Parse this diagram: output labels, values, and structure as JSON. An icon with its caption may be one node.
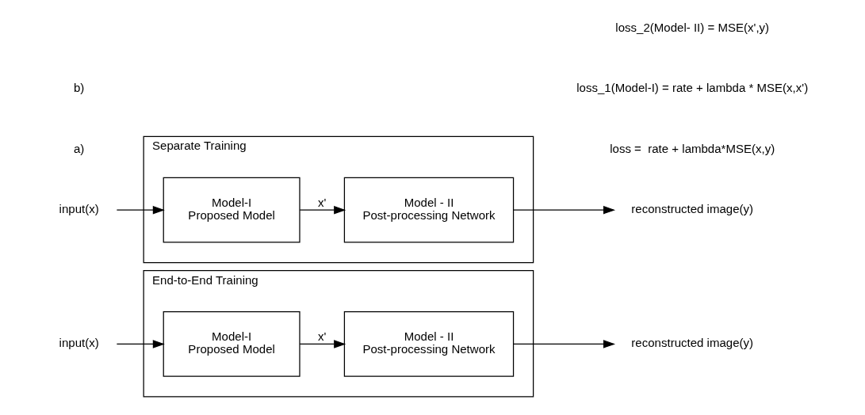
{
  "diagram": {
    "nodes": [
      {
        "text": [
          "input(x)"
        ]
      },
      {
        "text": [
          "End-to-End Training"
        ]
      },
      {
        "text": [
          "Model-I",
          "Proposed Model"
        ],
        "in": 1
      },
      {
        "text": [
          "Model - II",
          "Post-processing Network"
        ],
        "in": 1
      },
      {
        "text": [
          "reconstructed image(y)"
        ]
      },
      {
        "text": [
          "input(x)"
        ]
      },
      {
        "text": [
          "Separate Training"
        ]
      },
      {
        "text": [
          "Model-I",
          "Proposed Model"
        ],
        "in": 6
      },
      {
        "text": [
          "Model - II",
          "Post-processing Network"
        ],
        "in": 6
      },
      {
        "text": [
          "reconstructed image(y)"
        ]
      }
    ],
    "edges": [
      {
        "from": 0,
        "to": 2,
        "arrow": "to"
      },
      {
        "from": 2,
        "to": 3,
        "label": "x'",
        "arrow": "to"
      },
      {
        "from": 3,
        "to": 4,
        "arrow": "to"
      },
      {
        "from": 5,
        "to": 7,
        "arrow": "to"
      },
      {
        "from": 7,
        "to": 8,
        "label": "x'",
        "arrow": "to"
      },
      {
        "from": 8,
        "to": 9,
        "arrow": "to"
      }
    ],
    "labels": [
      "loss =  rate + lambda*MSE(x,y)",
      "a)",
      "loss_1(Model-I) = rate + lambda * MSE(x,x')",
      "loss_2(Model- II) = MSE(x',y)",
      "b)"
    ]
  }
}
